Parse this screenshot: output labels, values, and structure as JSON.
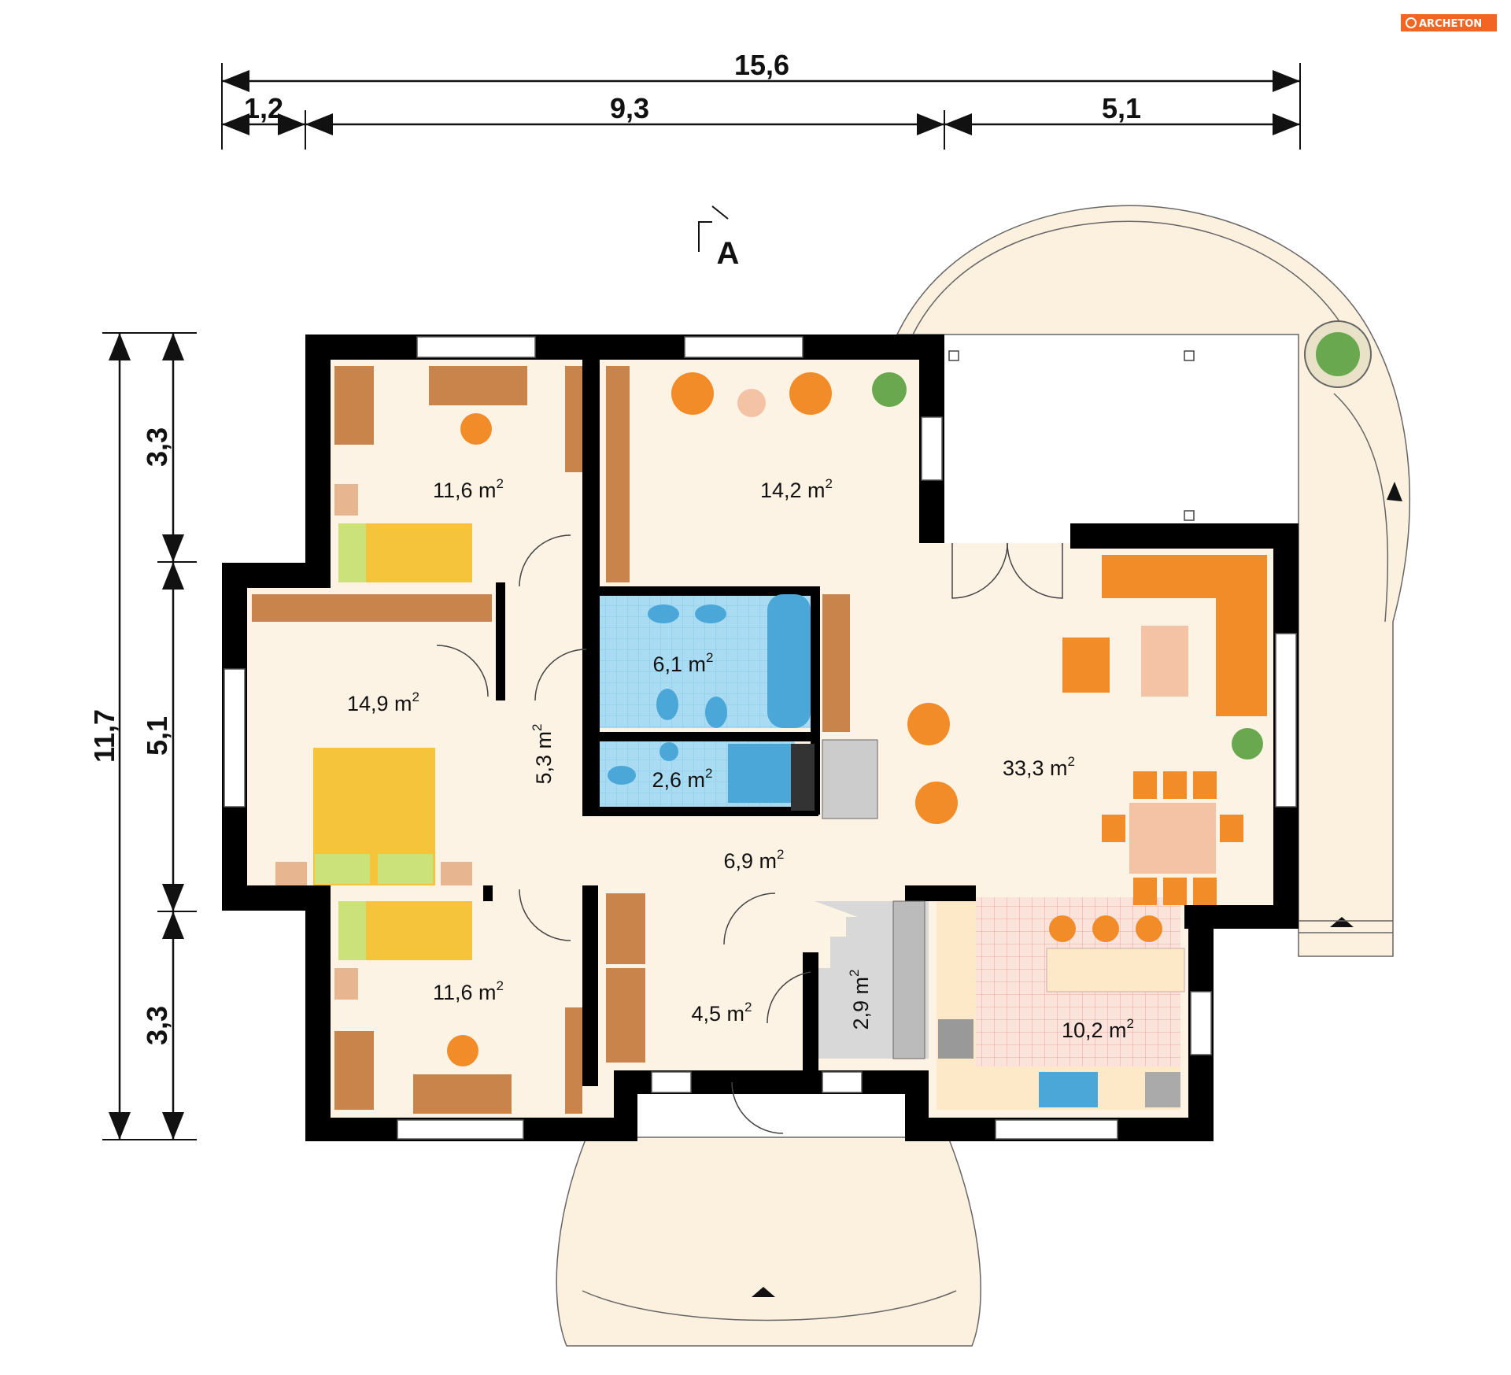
{
  "brand": {
    "logo_text": "ARCHETON",
    "color": "#f26522"
  },
  "colors": {
    "wall": "#000000",
    "floor": "#fdf3e4",
    "terrace": "#fcf0df",
    "bath_tile": "#a9dcf2",
    "kitchen_tile": "#f7d1c8",
    "utility": "#d8d8d8",
    "furniture_wood": "#c8844a",
    "furniture_orange": "#f28c28",
    "bed_yellow": "#f5c43b",
    "bed_green": "#cbe27a"
  },
  "dimensions": {
    "total_width": "15,6",
    "width_segments": [
      "1,2",
      "9,3",
      "5,1"
    ],
    "total_depth": "11,7",
    "depth_segments": [
      "3,3",
      "5,1",
      "3,3"
    ]
  },
  "section_marker": "A",
  "rooms": [
    {
      "id": "bedroom-top",
      "area": "11,6 m",
      "unit_sup": "2"
    },
    {
      "id": "study",
      "area": "14,2 m",
      "unit_sup": "2"
    },
    {
      "id": "bedroom-master",
      "area": "14,9 m",
      "unit_sup": "2"
    },
    {
      "id": "bathroom",
      "area": "6,1 m",
      "unit_sup": "2"
    },
    {
      "id": "hall",
      "area": "5,3 m",
      "unit_sup": "2"
    },
    {
      "id": "wc",
      "area": "2,6 m",
      "unit_sup": "2"
    },
    {
      "id": "living",
      "area": "33,3 m",
      "unit_sup": "2"
    },
    {
      "id": "corridor",
      "area": "6,9 m",
      "unit_sup": "2"
    },
    {
      "id": "bedroom-bottom",
      "area": "11,6 m",
      "unit_sup": "2"
    },
    {
      "id": "vestibule",
      "area": "4,5 m",
      "unit_sup": "2"
    },
    {
      "id": "pantry",
      "area": "2,9 m",
      "unit_sup": "2"
    },
    {
      "id": "kitchen",
      "area": "10,2 m",
      "unit_sup": "2"
    }
  ]
}
